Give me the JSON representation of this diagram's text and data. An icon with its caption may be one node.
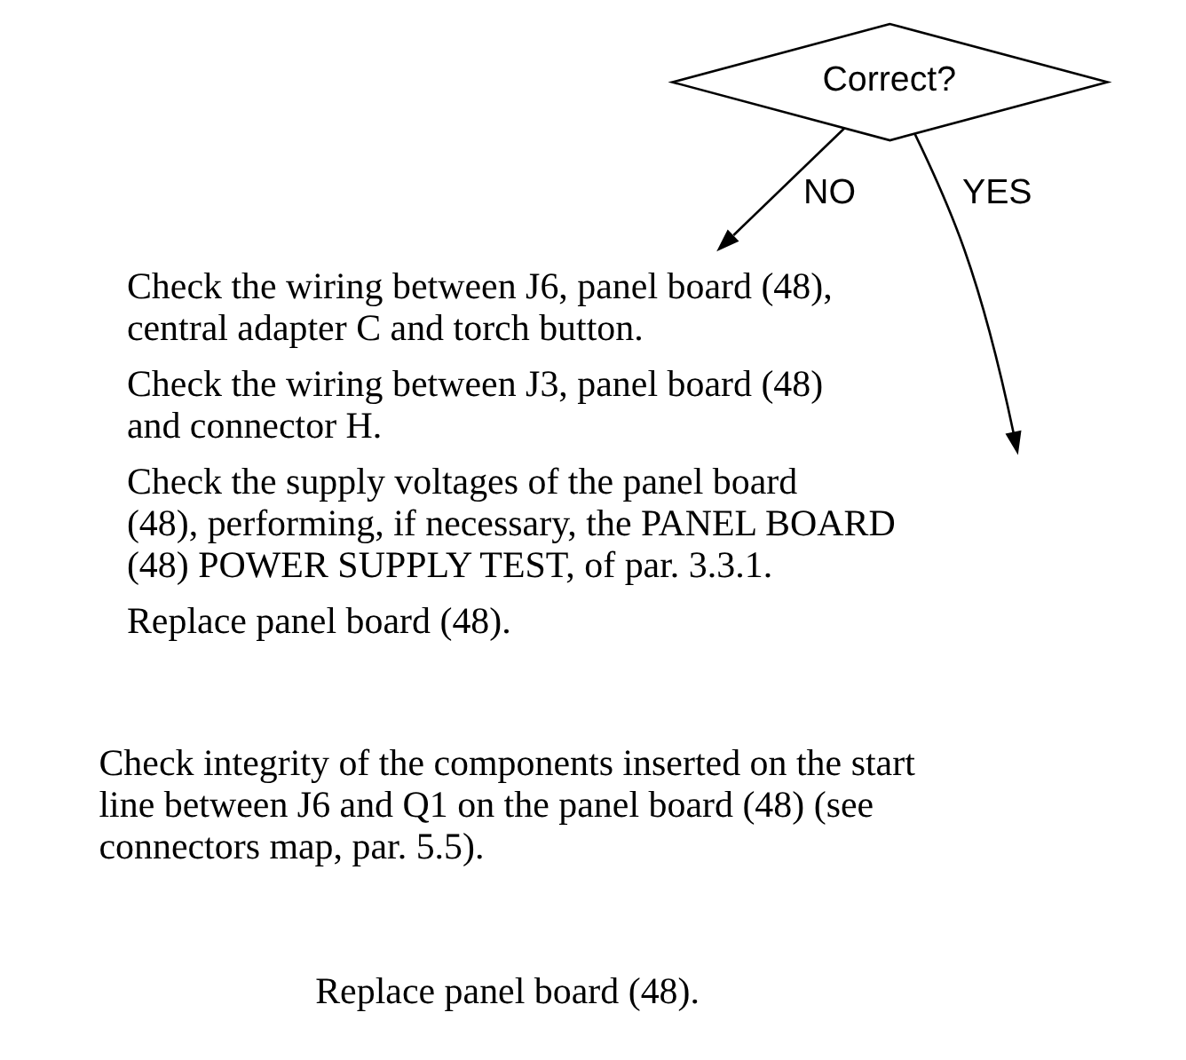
{
  "diagram": {
    "nodes": [
      {
        "text": [
          "Correct?"
        ]
      },
      {
        "text": [
          "Check the wiring between J6, panel board (48), central adapter C and torch button.",
          "Check the wiring between J3, panel board (48) and connector H.",
          "Check the supply voltages of the panel board (48), performing, if necessary, the PANEL BOARD (48) POWER SUPPLY TEST, of par. 3.3.1.",
          "Replace panel board (48)."
        ]
      }
    ],
    "edges": [
      {
        "from": 0,
        "to": null,
        "arrow": "to",
        "label": "YES"
      },
      {
        "from": 0,
        "to": 1,
        "arrow": "to",
        "label": "NO"
      }
    ],
    "labels": [
      "Check integrity of the components inserted on the start line between J6 and Q1 on the panel board (48) (see connectors map, par. 5.5).",
      "Replace panel board (48)."
    ]
  }
}
